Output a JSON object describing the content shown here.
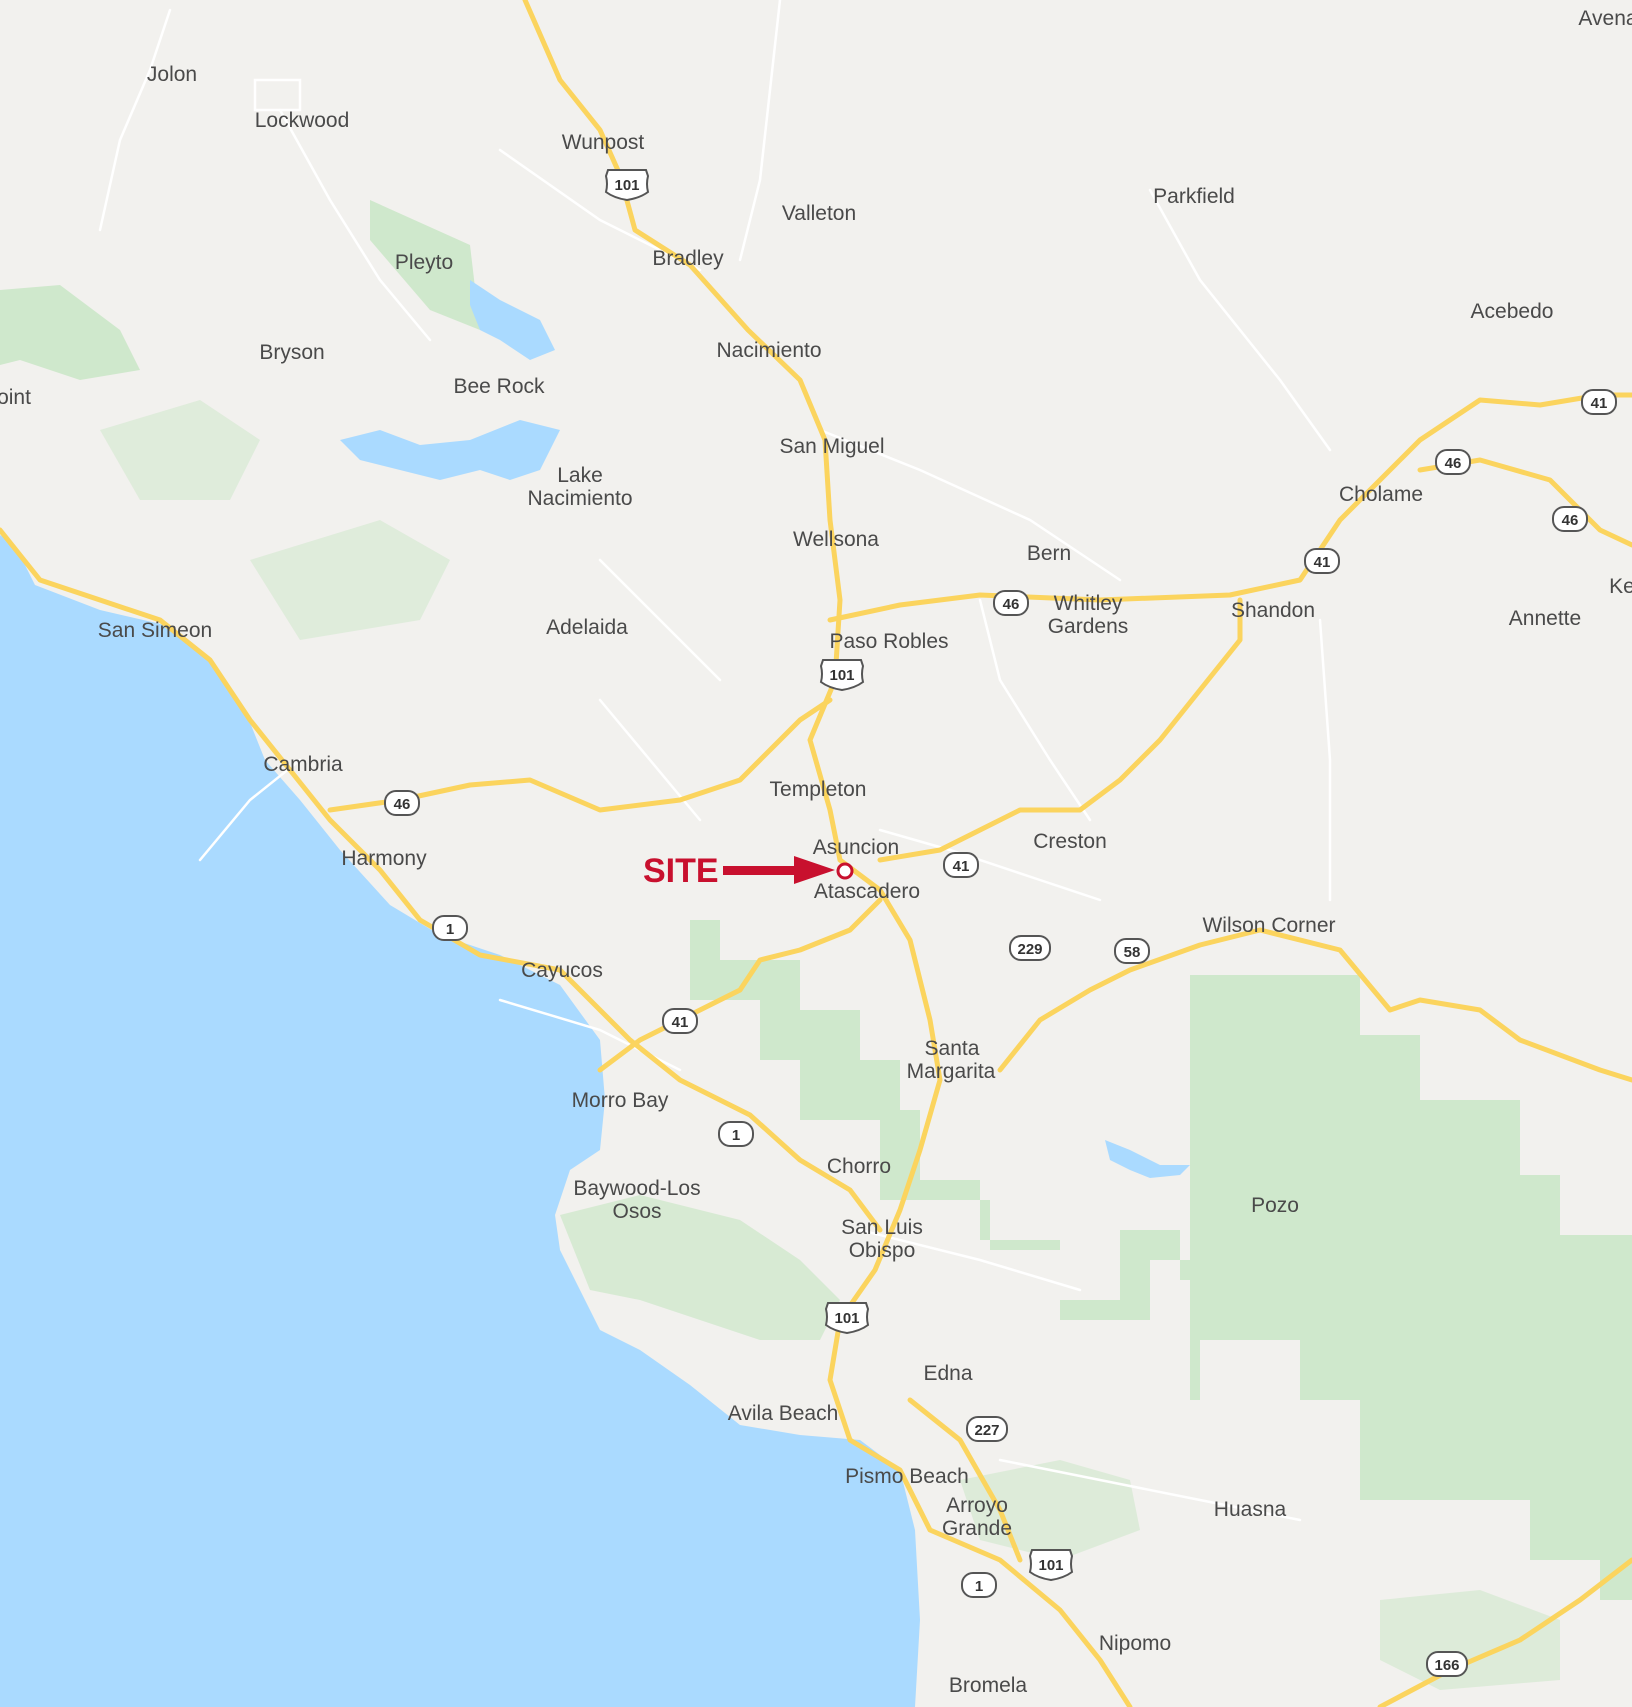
{
  "map": {
    "colors": {
      "land": "#f2f1ee",
      "water": "#aadaff",
      "park": "#cfe8cc",
      "major_road": "#fbd45e",
      "minor_road": "#ffffff",
      "label": "#4a4a4a",
      "shield_fill": "#ffffff",
      "shield_stroke": "#555555",
      "site": "#c8102e"
    },
    "places": [
      {
        "name": "Avena"
      },
      {
        "name": "Jolon"
      },
      {
        "name": "Lockwood"
      },
      {
        "name": "Wunpost"
      },
      {
        "name": "Valleton"
      },
      {
        "name": "Parkfield"
      },
      {
        "name": "Bradley"
      },
      {
        "name": "Pleyto"
      },
      {
        "name": "Acebedo"
      },
      {
        "name": "Bryson"
      },
      {
        "name": "Nacimiento"
      },
      {
        "name": "Bee Rock"
      },
      {
        "name": "oint"
      },
      {
        "name": "San Miguel"
      },
      {
        "name": "Lake"
      },
      {
        "name": "Nacimiento"
      },
      {
        "name": "Cholame"
      },
      {
        "name": "Wellsona"
      },
      {
        "name": "Bern"
      },
      {
        "name": "Whitley"
      },
      {
        "name": "Gardens"
      },
      {
        "name": "Shandon"
      },
      {
        "name": "Ke"
      },
      {
        "name": "San Simeon"
      },
      {
        "name": "Adelaida"
      },
      {
        "name": "Annette"
      },
      {
        "name": "Paso Robles"
      },
      {
        "name": "Cambria"
      },
      {
        "name": "Templeton"
      },
      {
        "name": "Asuncion"
      },
      {
        "name": "Creston"
      },
      {
        "name": "Harmony"
      },
      {
        "name": "Atascadero"
      },
      {
        "name": "Wilson Corner"
      },
      {
        "name": "Cayucos"
      },
      {
        "name": "Santa"
      },
      {
        "name": "Margarita"
      },
      {
        "name": "Morro Bay"
      },
      {
        "name": "Chorro"
      },
      {
        "name": "Baywood-Los"
      },
      {
        "name": "Osos"
      },
      {
        "name": "Pozo"
      },
      {
        "name": "San Luis"
      },
      {
        "name": "Obispo"
      },
      {
        "name": "Edna"
      },
      {
        "name": "Avila Beach"
      },
      {
        "name": "Pismo Beach"
      },
      {
        "name": "Arroyo"
      },
      {
        "name": "Grande"
      },
      {
        "name": "Huasna"
      },
      {
        "name": "Nipomo"
      },
      {
        "name": "Bromela"
      }
    ],
    "route_shields": [
      {
        "number": "101",
        "type": "us"
      },
      {
        "number": "101",
        "type": "us"
      },
      {
        "number": "101",
        "type": "us"
      },
      {
        "number": "101",
        "type": "us"
      },
      {
        "number": "41",
        "type": "state"
      },
      {
        "number": "46",
        "type": "state"
      },
      {
        "number": "46",
        "type": "state"
      },
      {
        "number": "41",
        "type": "state"
      },
      {
        "number": "46",
        "type": "state"
      },
      {
        "number": "46",
        "type": "state"
      },
      {
        "number": "41",
        "type": "state"
      },
      {
        "number": "1",
        "type": "state"
      },
      {
        "number": "229",
        "type": "state"
      },
      {
        "number": "58",
        "type": "state"
      },
      {
        "number": "41",
        "type": "state"
      },
      {
        "number": "1",
        "type": "state"
      },
      {
        "number": "227",
        "type": "state"
      },
      {
        "number": "1",
        "type": "state"
      },
      {
        "number": "166",
        "type": "state"
      }
    ],
    "site_marker": {
      "label": "SITE"
    }
  }
}
